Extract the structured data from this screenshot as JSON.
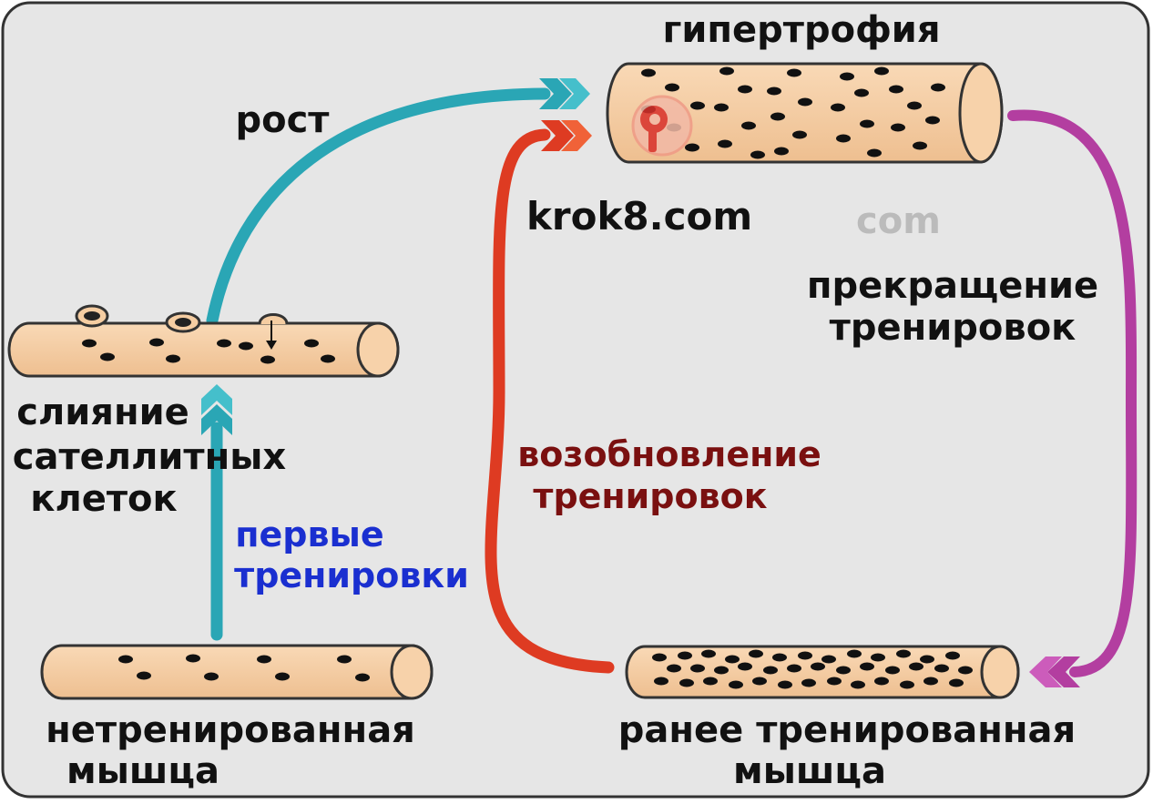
{
  "labels": {
    "hypertrophy": "гипертрофия",
    "growth": "рост",
    "stop_line1": "прекращение",
    "stop_line2": "тренировок",
    "resume_line1": "возобновление",
    "resume_line2": "тренировок",
    "first_line1": "первые",
    "first_line2": "тренировки",
    "fusion_line1": "слияние",
    "fusion_line2": "сателлитных",
    "fusion_line3": "клеток",
    "untrained_line1": "нетренированная",
    "untrained_line2": "мышца",
    "pretrained_line1": "ранее тренированная",
    "pretrained_line2": "мышца",
    "watermark": "krok8.com",
    "watermark_ghost": "com"
  },
  "colors": {
    "background": "#e6e6e6",
    "frame": "#333333",
    "fiber_fill": "#f5cda2",
    "fiber_stroke": "#333333",
    "nucleus": "#111111",
    "arrow_teal": "#2aa6b5",
    "arrow_red": "#de3b22",
    "arrow_magenta": "#b33ea0",
    "text_dark": "#111111",
    "text_blue": "#1a2fd0",
    "text_darkred": "#7a1010",
    "logo_red": "#d8302a"
  },
  "icons": {
    "logo": "p-badge-icon",
    "pointer": "down-arrow-icon"
  }
}
